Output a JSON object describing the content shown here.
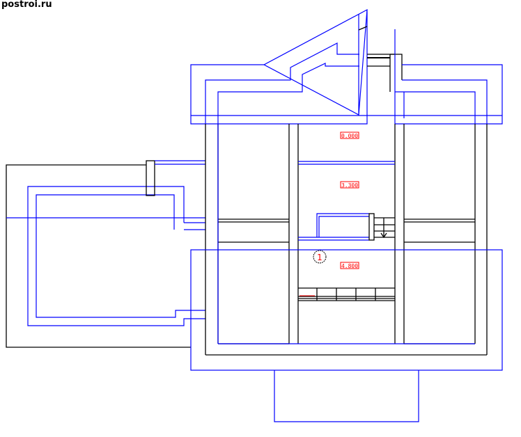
{
  "watermark": "postroi.ru",
  "plan": {
    "elevations": [
      "0.000",
      "3.300",
      "4.800"
    ],
    "room_marker": "1"
  },
  "colors": {
    "wall_line": "#000000",
    "roof_line": "#0000ff",
    "label": "#ff0000"
  }
}
